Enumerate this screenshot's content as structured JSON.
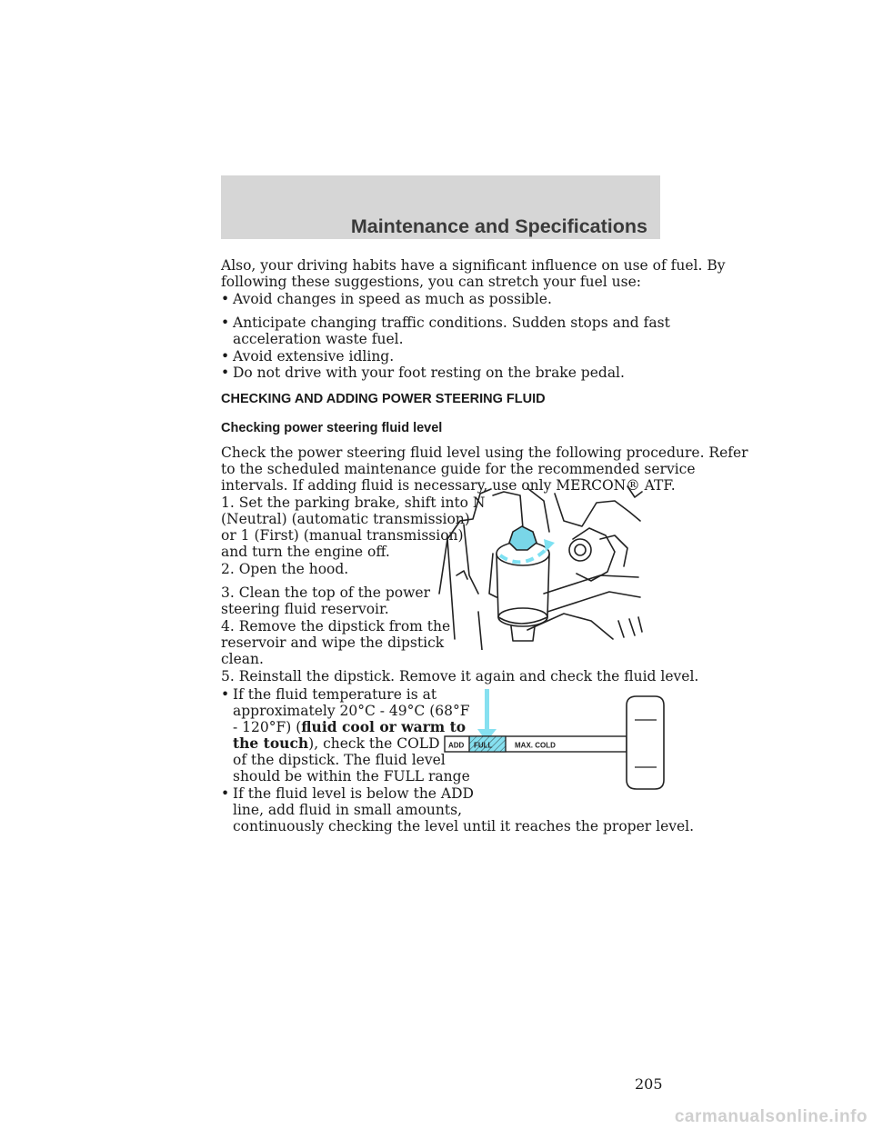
{
  "header": {
    "title": "Maintenance and Specifications"
  },
  "intro": {
    "line1": "Also, your driving habits have a significant influence on use of fuel. By",
    "line2": "following these suggestions, you can stretch your fuel use:"
  },
  "bullet_char": "•",
  "tips": [
    {
      "line1": "Avoid changes in speed as much as possible."
    },
    {
      "line1": "Anticipate changing traffic conditions. Sudden stops and fast",
      "line2": "acceleration waste fuel."
    },
    {
      "line1": "Avoid extensive idling."
    },
    {
      "line1": "Do not drive with your foot resting on the brake pedal."
    }
  ],
  "section_heading": "CHECKING AND ADDING POWER STEERING FLUID",
  "subheading": "Checking power steering fluid level",
  "procedure_intro": {
    "line1": "Check the power steering fluid level using the following procedure. Refer",
    "line2": "to the scheduled maintenance guide for the recommended service",
    "line3": "intervals. If adding fluid is necessary, use only MERCON® ATF."
  },
  "steps": [
    {
      "lines": [
        "1. Set the parking brake, shift into N",
        "(Neutral) (automatic transmission)",
        "or 1 (First) (manual transmission)",
        "and turn the engine off."
      ]
    },
    {
      "lines": [
        "2. Open the hood."
      ]
    },
    {
      "lines": [
        "3. Clean the top of the power",
        "steering fluid reservoir."
      ]
    },
    {
      "lines": [
        "4. Remove the dipstick from the",
        "reservoir and wipe the dipstick",
        "clean."
      ]
    },
    {
      "lines": [
        "5. Reinstall the dipstick. Remove it again and check the fluid level."
      ]
    }
  ],
  "level_bullets": {
    "first": {
      "line1": "If the fluid temperature is at",
      "line2": "approximately 20°C - 49°C (68°F",
      "line3_pre": "- 120°F) (",
      "line3_bold": "fluid cool or warm to",
      "line4_bold": "the touch",
      "line4_post": "), check the COLD side",
      "line5": "of the dipstick. The fluid level",
      "line6": "should be within the FULL range"
    },
    "second": {
      "line1": "If the fluid level is below the ADD",
      "line2": "line, add fluid in small amounts,",
      "line3": "continuously checking the level until it reaches the proper level."
    }
  },
  "dipstick_labels": {
    "add": "ADD",
    "full": "FULL",
    "max_cold": "MAX. COLD"
  },
  "page_number": "205",
  "watermark": "carmanualsonline.info",
  "colors": {
    "header_band": "#d6d6d6",
    "cap_fill": "#79d6e8",
    "arrow_fill": "#7ee1f2",
    "full_hatch": "#86e0f0"
  }
}
